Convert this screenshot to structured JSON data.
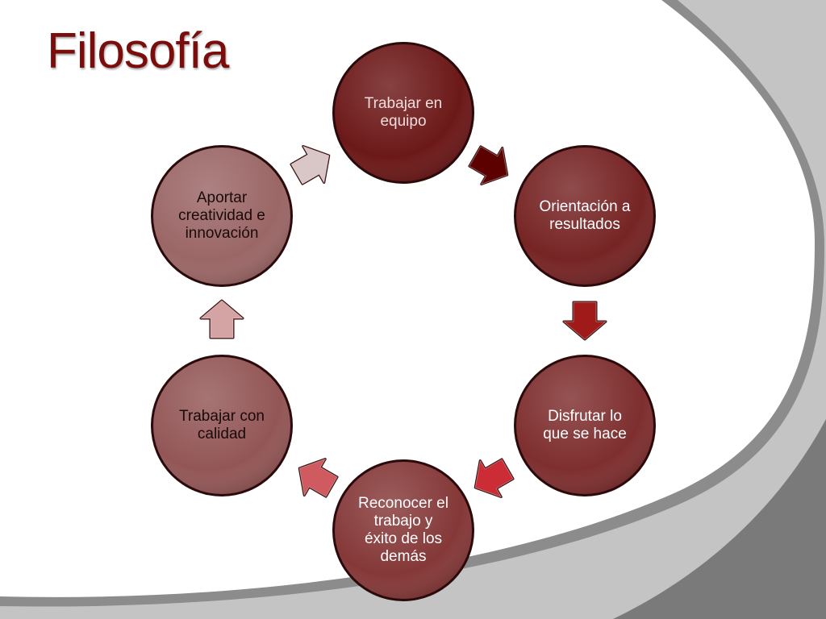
{
  "slide": {
    "title": "Filosofía",
    "colors": {
      "title": "#7a0c0c",
      "background": "#ffffff",
      "swoosh_dark": "#8c8c8c",
      "swoosh_light": "#c4c4c4"
    }
  },
  "cycle": {
    "direction": "clockwise",
    "steps": [
      {
        "label": "Trabajar en equipo",
        "fill": "#6c1818",
        "text_color": "#f2dcdc"
      },
      {
        "label": "Orientación a resultados",
        "fill": "#762424",
        "text_color": "#ffffff"
      },
      {
        "label": "Disfrutar lo que se hace",
        "fill": "#7e2e2e",
        "text_color": "#ffffff"
      },
      {
        "label": "Reconocer el trabajo y éxito de los demás",
        "fill": "#853838",
        "text_color": "#ffffff"
      },
      {
        "label": "Trabajar con calidad",
        "fill": "#935656",
        "text_color": "#1a0a0a"
      },
      {
        "label": "Aportar creatividad e innovación",
        "fill": "#9b6666",
        "text_color": "#1a0a0a"
      }
    ],
    "arrows": [
      {
        "from": "Trabajar en equipo",
        "to": "Orientación a resultados",
        "fill": "#5c0000"
      },
      {
        "from": "Orientación a resultados",
        "to": "Disfrutar lo que se hace",
        "fill": "#a01a1a"
      },
      {
        "from": "Disfrutar lo que se hace",
        "to": "Reconocer el trabajo y éxito de los demás",
        "fill": "#cc2c36"
      },
      {
        "from": "Reconocer el trabajo y éxito de los demás",
        "to": "Trabajar con calidad",
        "fill": "#cf5a60"
      },
      {
        "from": "Trabajar con calidad",
        "to": "Aportar creatividad e innovación",
        "fill": "#d4a4a4"
      },
      {
        "from": "Aportar creatividad e innovación",
        "to": "Trabajar en equipo",
        "fill": "#d9c6c6"
      }
    ]
  }
}
